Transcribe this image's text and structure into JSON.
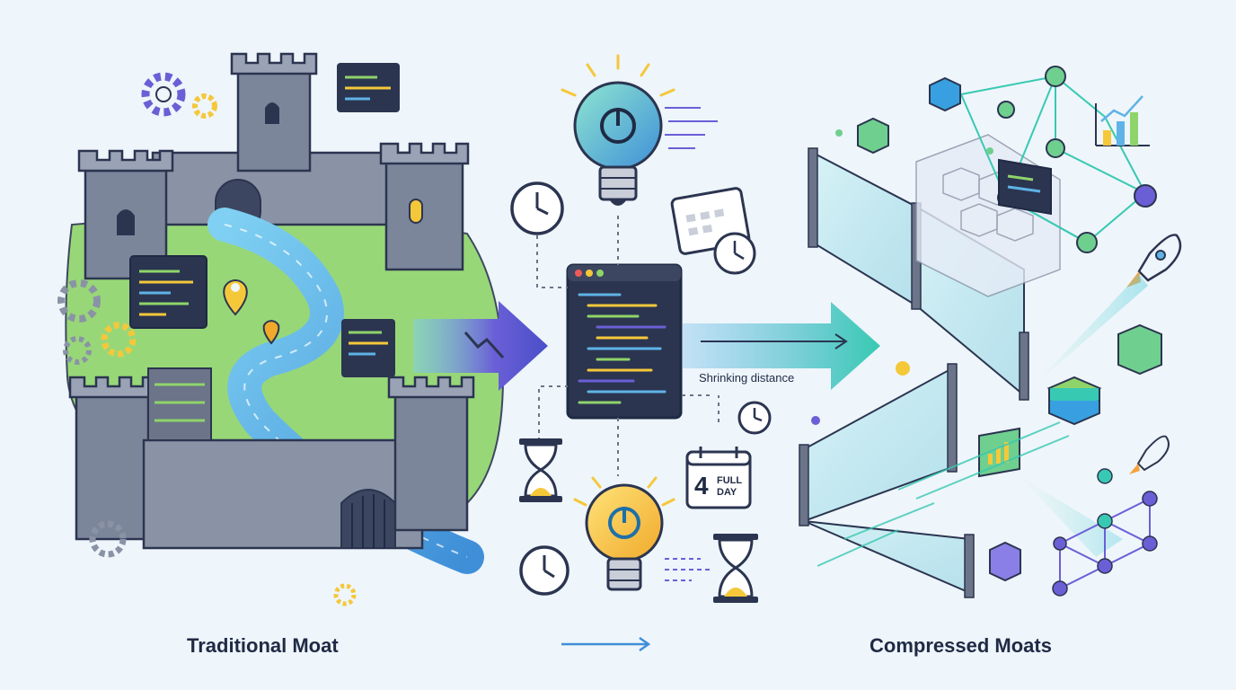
{
  "captions": {
    "left": "Traditional Moat",
    "right": "Compressed Moats",
    "middle_arrow_label": "Shrinking distance"
  },
  "calendar": {
    "number": "4",
    "text": "FULL DAY"
  },
  "colors": {
    "background": "#eef5fb",
    "outline": "#2b3550",
    "stone": "#8a93a6",
    "water": "#5fb3e6",
    "grass": "#8fd46a",
    "glass": "#bfe6ee",
    "accent_purple": "#6b5fd6",
    "accent_teal": "#38c9b2",
    "bulb_blue": "#5fd1e0",
    "bulb_yellow": "#f5c83a"
  }
}
